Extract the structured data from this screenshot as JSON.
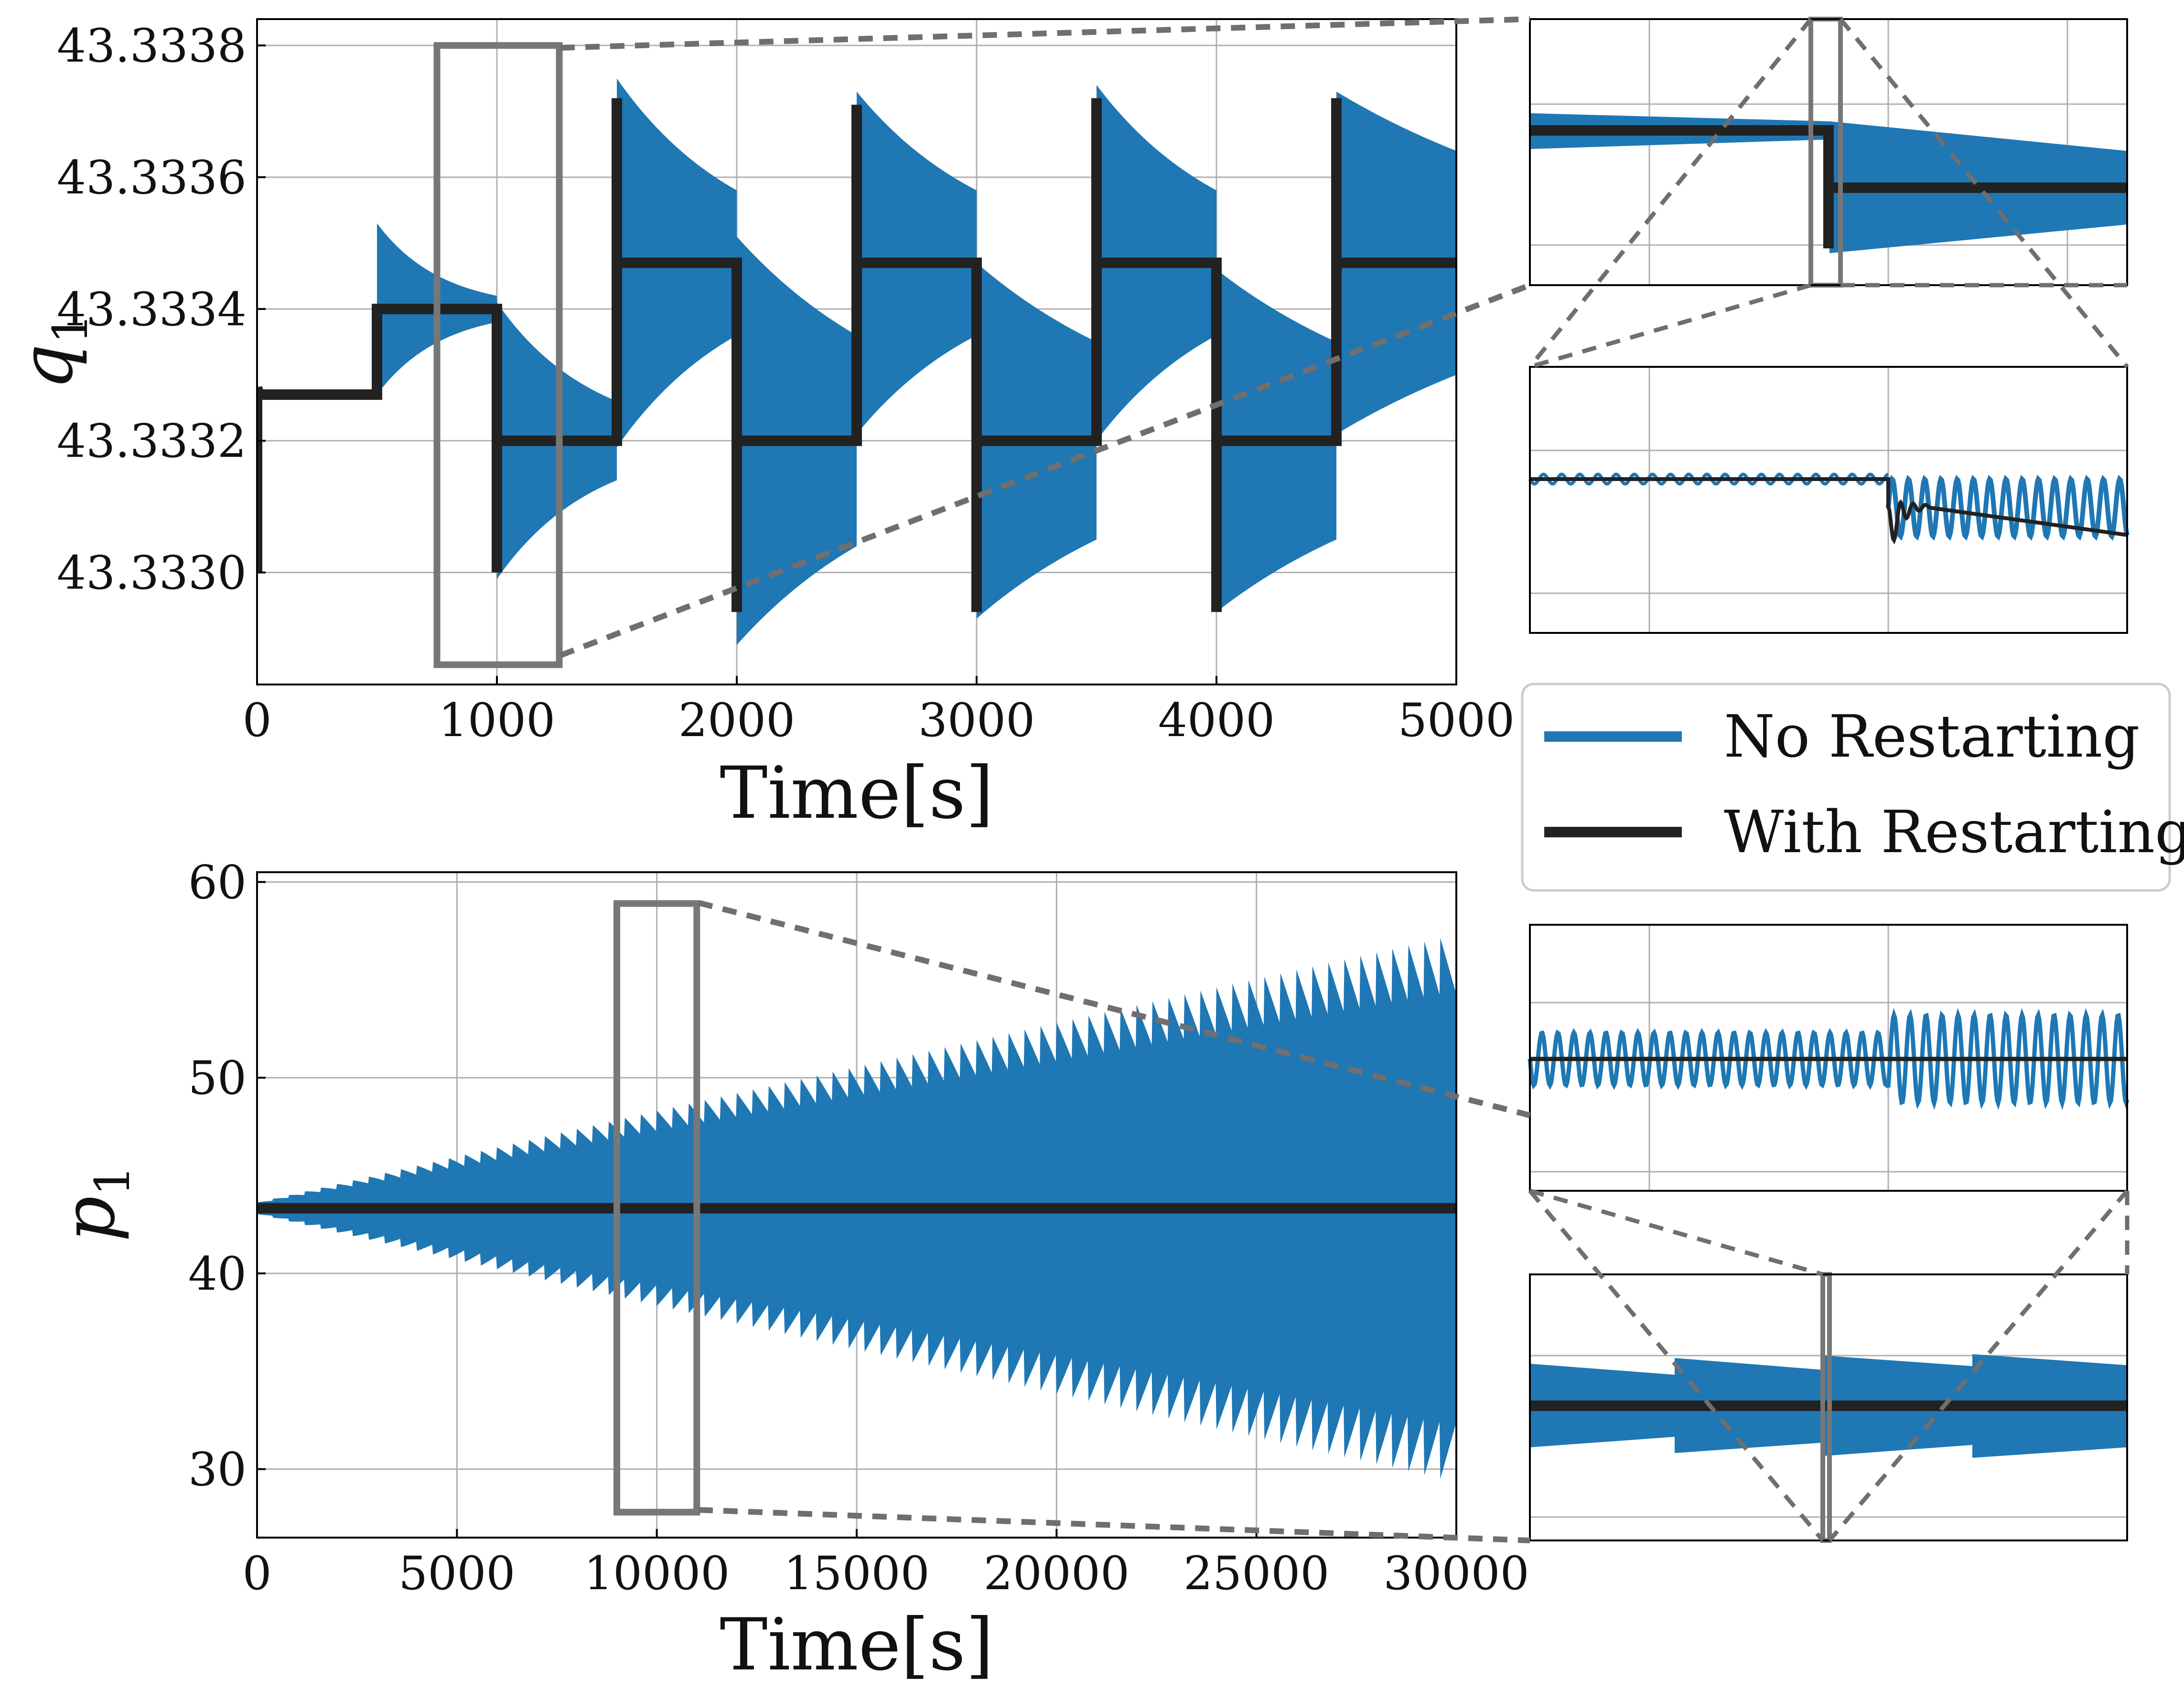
{
  "colors": {
    "no_restart": "#1f77b4",
    "with_restart": "#222222",
    "grid": "#b0b0b0",
    "zoom": "#555555"
  },
  "legend": {
    "placement": "center-right",
    "entries": [
      "No Restarting",
      "With Restarting"
    ]
  },
  "chart_data": [
    {
      "id": "q1",
      "type": "line",
      "xlabel": "Time[s]",
      "ylabel": "q1",
      "ylabel_main": "q",
      "ylabel_sub": "1",
      "xlim": [
        0,
        5000
      ],
      "ylim": [
        43.33283,
        43.33384
      ],
      "xticks": [
        0,
        1000,
        2000,
        3000,
        4000,
        5000
      ],
      "xtick_labels": [
        "0",
        "1000",
        "2000",
        "3000",
        "4000",
        "5000"
      ],
      "yticks": [
        43.333,
        43.3332,
        43.3334,
        43.3336,
        43.3338
      ],
      "ytick_labels": [
        "43.3330",
        "43.3332",
        "43.3334",
        "43.3336",
        "43.3338"
      ],
      "grid": true,
      "series": [
        {
          "name": "No Restarting",
          "kind": "oscillation-envelope",
          "segments": [
            {
              "t0": 0,
              "t1": 500,
              "c0": 43.33327,
              "a0": 0.0,
              "c1": 43.33327,
              "a1": 0.0
            },
            {
              "t0": 500,
              "t1": 1000,
              "c0": 43.3334,
              "a0": 0.00013,
              "c1": 43.3334,
              "a1": 2e-05
            },
            {
              "t0": 1000,
              "t1": 1500,
              "c0": 43.3332,
              "a0": 0.00021,
              "c1": 43.3332,
              "a1": 6e-05
            },
            {
              "t0": 1500,
              "t1": 2000,
              "c0": 43.33347,
              "a0": 0.00028,
              "c1": 43.33347,
              "a1": 0.00011
            },
            {
              "t0": 2000,
              "t1": 2500,
              "c0": 43.3332,
              "a0": 0.00031,
              "c1": 43.3332,
              "a1": 0.00016
            },
            {
              "t0": 2500,
              "t1": 3000,
              "c0": 43.33347,
              "a0": 0.00026,
              "c1": 43.33347,
              "a1": 0.00011
            },
            {
              "t0": 3000,
              "t1": 3500,
              "c0": 43.3332,
              "a0": 0.00027,
              "c1": 43.3332,
              "a1": 0.00015
            },
            {
              "t0": 3500,
              "t1": 4000,
              "c0": 43.33347,
              "a0": 0.00027,
              "c1": 43.33347,
              "a1": 0.00011
            },
            {
              "t0": 4000,
              "t1": 4500,
              "c0": 43.3332,
              "a0": 0.00026,
              "c1": 43.3332,
              "a1": 0.00015
            },
            {
              "t0": 4500,
              "t1": 5000,
              "c0": 43.33347,
              "a0": 0.00026,
              "c1": 43.33347,
              "a1": 0.00017
            }
          ]
        },
        {
          "name": "With Restarting",
          "kind": "steps",
          "points": [
            {
              "t": 0,
              "y": 43.333
            },
            {
              "t": 0,
              "y": 43.33328
            },
            {
              "t": 10,
              "y": 43.33327
            },
            {
              "t": 500,
              "y": 43.33327
            },
            {
              "t": 500,
              "y": 43.3334
            },
            {
              "t": 1000,
              "y": 43.3334
            },
            {
              "t": 1000,
              "y": 43.333
            },
            {
              "t": 1000,
              "y": 43.3332
            },
            {
              "t": 1500,
              "y": 43.3332
            },
            {
              "t": 1500,
              "y": 43.33372
            },
            {
              "t": 1500,
              "y": 43.33347
            },
            {
              "t": 2000,
              "y": 43.33347
            },
            {
              "t": 2000,
              "y": 43.33294
            },
            {
              "t": 2000,
              "y": 43.3332
            },
            {
              "t": 2500,
              "y": 43.3332
            },
            {
              "t": 2500,
              "y": 43.33371
            },
            {
              "t": 2500,
              "y": 43.33347
            },
            {
              "t": 3000,
              "y": 43.33347
            },
            {
              "t": 3000,
              "y": 43.33294
            },
            {
              "t": 3000,
              "y": 43.3332
            },
            {
              "t": 3500,
              "y": 43.3332
            },
            {
              "t": 3500,
              "y": 43.33372
            },
            {
              "t": 3500,
              "y": 43.33347
            },
            {
              "t": 4000,
              "y": 43.33347
            },
            {
              "t": 4000,
              "y": 43.33294
            },
            {
              "t": 4000,
              "y": 43.3332
            },
            {
              "t": 4500,
              "y": 43.3332
            },
            {
              "t": 4500,
              "y": 43.33372
            },
            {
              "t": 4500,
              "y": 43.33347
            },
            {
              "t": 5000,
              "y": 43.33347
            }
          ]
        }
      ],
      "zoom_box": {
        "x0": 750,
        "x1": 1260,
        "y0": 43.33286,
        "y1": 43.3338
      }
    },
    {
      "id": "p1",
      "type": "line",
      "xlabel": "Time[s]",
      "ylabel": "p1",
      "ylabel_main": "p",
      "ylabel_sub": "1",
      "xlim": [
        0,
        30000
      ],
      "ylim": [
        26.5,
        60.5
      ],
      "xticks": [
        0,
        5000,
        10000,
        15000,
        20000,
        25000,
        30000
      ],
      "xtick_labels": [
        "0",
        "5000",
        "10000",
        "15000",
        "20000",
        "25000",
        "30000"
      ],
      "yticks": [
        30,
        40,
        50,
        60
      ],
      "ytick_labels": [
        "30",
        "40",
        "50",
        "60"
      ],
      "grid": true,
      "series": [
        {
          "name": "No Restarting",
          "kind": "oscillation-envelope",
          "center": 43.33,
          "amplitude": [
            {
              "t": 0,
              "a": 0.3
            },
            {
              "t": 10000,
              "a": 5.0
            },
            {
              "t": 20000,
              "a": 9.5
            },
            {
              "t": 30000,
              "a": 14.0
            }
          ]
        },
        {
          "name": "With Restarting",
          "kind": "constant",
          "y": 43.33
        }
      ],
      "zoom_box": {
        "x0": 9000,
        "x1": 11000,
        "y0": 27.8,
        "y1": 58.9
      }
    }
  ]
}
